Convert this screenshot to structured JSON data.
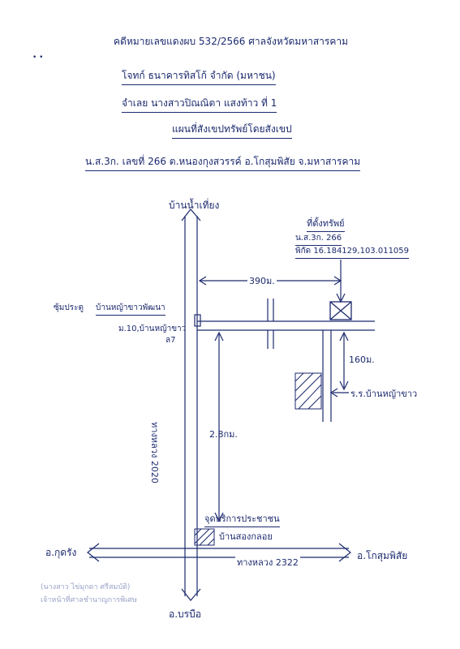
{
  "header": {
    "case_line": "คดีหมายเลขแดงผบ 532/2566 ศาลจังหวัดมหาสารคาม",
    "plaintiff": "โจทก์ ธนาคารทิสโก้ จำกัด (มหาชน)",
    "defendant": "จำเลย นางสาวปิณณิตา แสงท้าว ที่ 1",
    "map_title": "แผนที่สังเขปทรัพย์โดยสังเขป",
    "deed_line": "น.ส.3ก. เลขที่ 266 ต.หนองกุงสวรรค์ อ.โกสุมพิสัย จ.มหาสารคาม"
  },
  "map": {
    "north_village": "บ้านน้ำเที่ยง",
    "property_label": "ที่ตั้งทรัพย์",
    "property_deed": "น.ส.3ก. 266",
    "coordinates": "พิกัด 16.184129,103.011059",
    "dist_east": "390ม.",
    "dist_south": "160ม.",
    "dist_road": "2.8กม.",
    "gate_1": "ซุ้มประตู",
    "gate_2": "บ้านหญ้าขาวพัฒนา",
    "gate_3": "ม.10,บ้านหญ้าขาว",
    "gate_4": "ล7",
    "school": "ร.ร.บ้านหญ้าขาว",
    "road_label": "ทางหลวง 2020",
    "service_center_1": "จุดบริการประชาชน",
    "service_center_2": "บ้านสองกลอย",
    "west_town": "อ.กุดรัง",
    "east_town": "อ.โกสุมพิสัย",
    "south_town": "อ.บรบือ",
    "highway_2322": "ทางหลวง 2322"
  },
  "stamp": {
    "line1": "(นางสาว ไข่มุกดา ศรีสมบัติ)",
    "line2": "เจ้าหน้าที่ศาลชำนาญการพิเศษ"
  },
  "colors": {
    "ink": "#1c2a6e"
  }
}
